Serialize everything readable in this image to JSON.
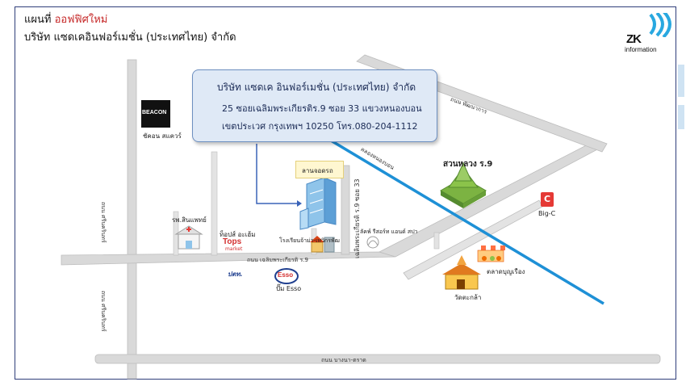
{
  "header": {
    "title_prefix": "แผนที่ ",
    "title_accent": "ออฟฟิศใหม่",
    "subtitle": "บริษัท แซดเคอินฟอร์เมชั่น (ประเทศไทย) จำกัด"
  },
  "logo": {
    "mark": "ZK",
    "text": "information"
  },
  "callout": {
    "company": "บริษัท แซดเค อินฟอร์เมชั่น (ประเทศไทย) จำกัด",
    "address_line1": "25 ซอยเฉลิมพระเกียรติร.9 ซอย 33 แขวงหนองบอน",
    "address_line2": "เขตประเวศ กรุงเทพฯ 10250 โทร.080-204-1112"
  },
  "places": {
    "beacon_logo": "BEACON",
    "beacon": "ชัคอน สแควร์",
    "hospital": "รพ.สินแพทย์",
    "tops_label": "ท็อปส์ อะเฮ้ม",
    "tops_logo": "Tops",
    "tops_sub": "market",
    "landmark": "ลานจอดรถ",
    "school": "โรงเรียนจ้าม่า-เทวิกรพัฒ",
    "gym": "ลัคพ์ รีสอร์ท แอนด์ สปา",
    "park": "สวนหลวง ร.9",
    "bigc_logo": "C",
    "bigc": "Big-C",
    "market": "ตลาดบุญเรือง",
    "temple": "วัดตะกล้า",
    "ptt": "ปตท.",
    "esso_logo": "Esso",
    "esso": "ปั๊ม Esso"
  },
  "roads": {
    "srinakarin_top": "ถนน ศรีนครินทร์",
    "srinakarin_bottom": "ถนน ศรีนครินทร์",
    "chalerm": "ถนน เฉลิมพระเกียรติ ร.9",
    "soi33": "เฉลิมพระเกียรติ ร.9 ซอย 33",
    "pattanakarn": "ถนน พัฒนาการ",
    "canal": "คลองหนองบอน",
    "bangna": "ถนน บางนา-ตราด"
  },
  "colors": {
    "frame": "#2f3e7a",
    "accent": "#c62828",
    "road": "#d9d9d9",
    "canal": "#1e90d6",
    "callout_bg": "#dfe9f6",
    "connector": "#3a63b8"
  }
}
